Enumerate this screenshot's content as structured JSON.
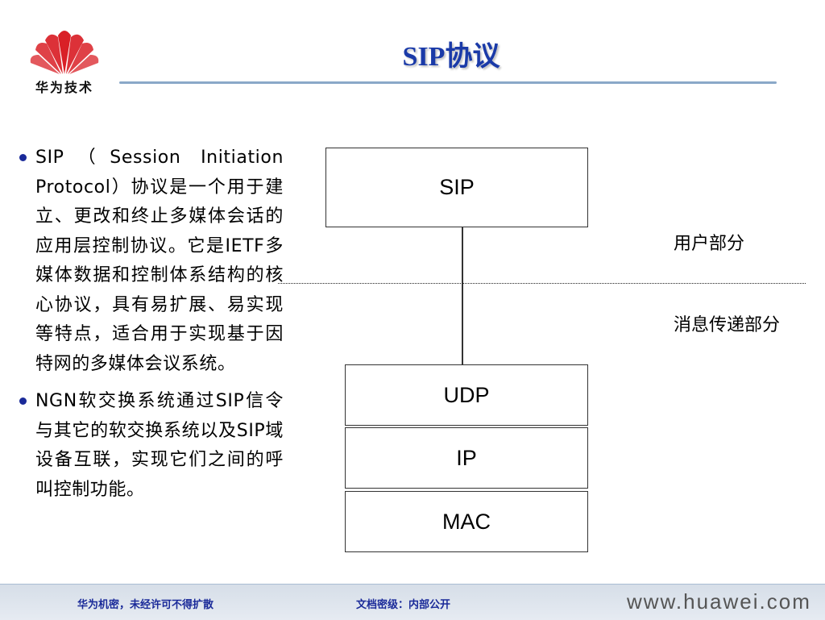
{
  "brand": {
    "logo_text": "华为技术",
    "accent": "#d92027"
  },
  "header": {
    "title": "SIP协议",
    "title_color": "#1a3aa8"
  },
  "bullets": [
    "SIP（Session Initiation Protocol）协议是一个用于建立、更改和终止多媒体会话的应用层控制协议。它是IETF多媒体数据和控制体系结构的核心协议，具有易扩展、易实现等特点，适合用于实现基于因特网的多媒体会议系统。",
    "NGN软交换系统通过SIP信令与其它的软交换系统以及SIP域设备互联，实现它们之间的呼叫控制功能。"
  ],
  "diagram": {
    "layers": {
      "sip": "SIP",
      "udp": "UDP",
      "ip": "IP",
      "mac": "MAC"
    },
    "region_labels": {
      "user": "用户部分",
      "message": "消息传递部分"
    }
  },
  "footer": {
    "confidential": "华为机密，未经许可不得扩散",
    "classification": "文档密级：内部公开",
    "url": "www.huawei.com"
  }
}
